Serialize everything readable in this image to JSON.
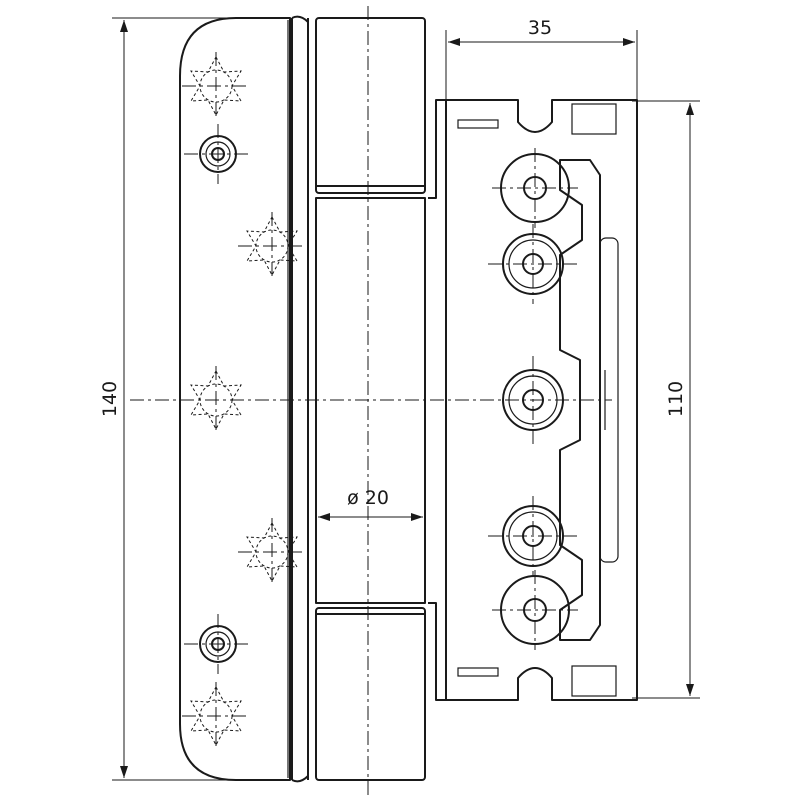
{
  "dimensions": {
    "height_overall": "140",
    "height_body": "110",
    "depth": "35",
    "pin_diameter": "ø 20"
  },
  "colors": {
    "line": "#1a1a1a",
    "background": "#ffffff"
  }
}
